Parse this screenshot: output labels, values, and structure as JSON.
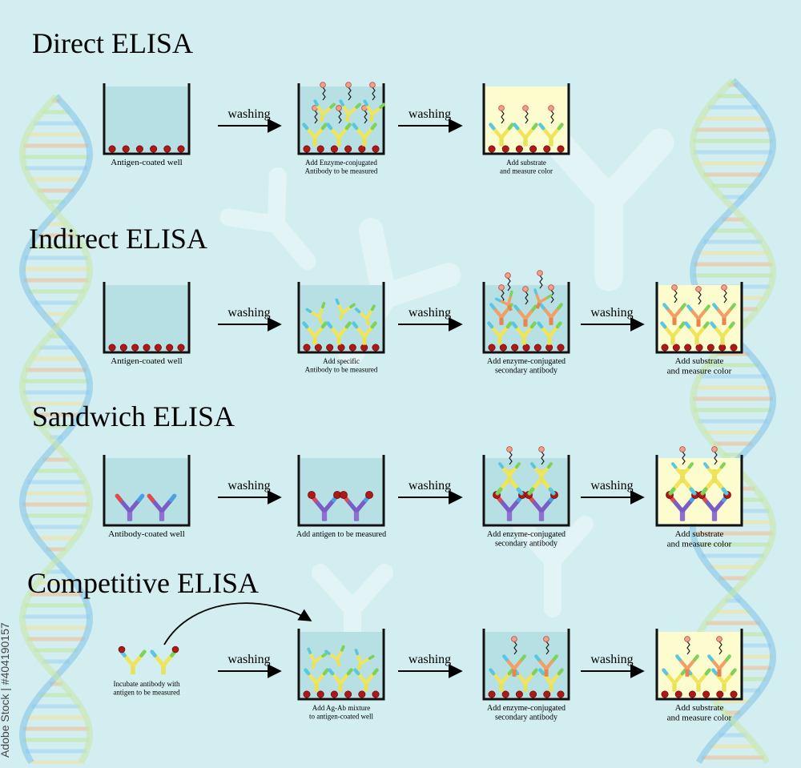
{
  "sections": [
    {
      "title": "Direct ELISA",
      "arrow_labels": [
        "washing",
        "washing"
      ],
      "captions": [
        "Antigen-coated well",
        "Add Enzyme-conjugated\nAntibody to be measured",
        "Add substrate\nand measure color"
      ]
    },
    {
      "title": "Indirect ELISA",
      "arrow_labels": [
        "washing",
        "washing",
        "washing"
      ],
      "captions": [
        "Antigen-coated well",
        "Add specific\nAntibody to be measured",
        "Add enzyme-conjugated\nsecondary antibody",
        "Add substrate\nand measure color"
      ]
    },
    {
      "title": "Sandwich ELISA",
      "arrow_labels": [
        "washing",
        "washing",
        "washing"
      ],
      "captions": [
        "Antibody-coated well",
        "Add antigen to be measured",
        "Add enzyme-conjugated\nsecondary antibody",
        "Add substrate\nand measure color"
      ]
    },
    {
      "title": "Competitive ELISA",
      "arrow_labels": [
        "washing",
        "washing",
        "washing"
      ],
      "captions": [
        "Incubate antibody with\nantigen to be measured",
        "Add Ag-Ab mixture\nto antigen-coated well",
        "Add enzyme-conjugated\nsecondary antibody",
        "Add substrate\nand measure color"
      ]
    }
  ],
  "watermark": "Adobe Stock | #404190157",
  "colors": {
    "background": "#d3eef0",
    "well_liquid": "#b6e0e4",
    "substrate": "#fdfccf",
    "antigen": "#b01818",
    "well_outline": "#111111"
  }
}
